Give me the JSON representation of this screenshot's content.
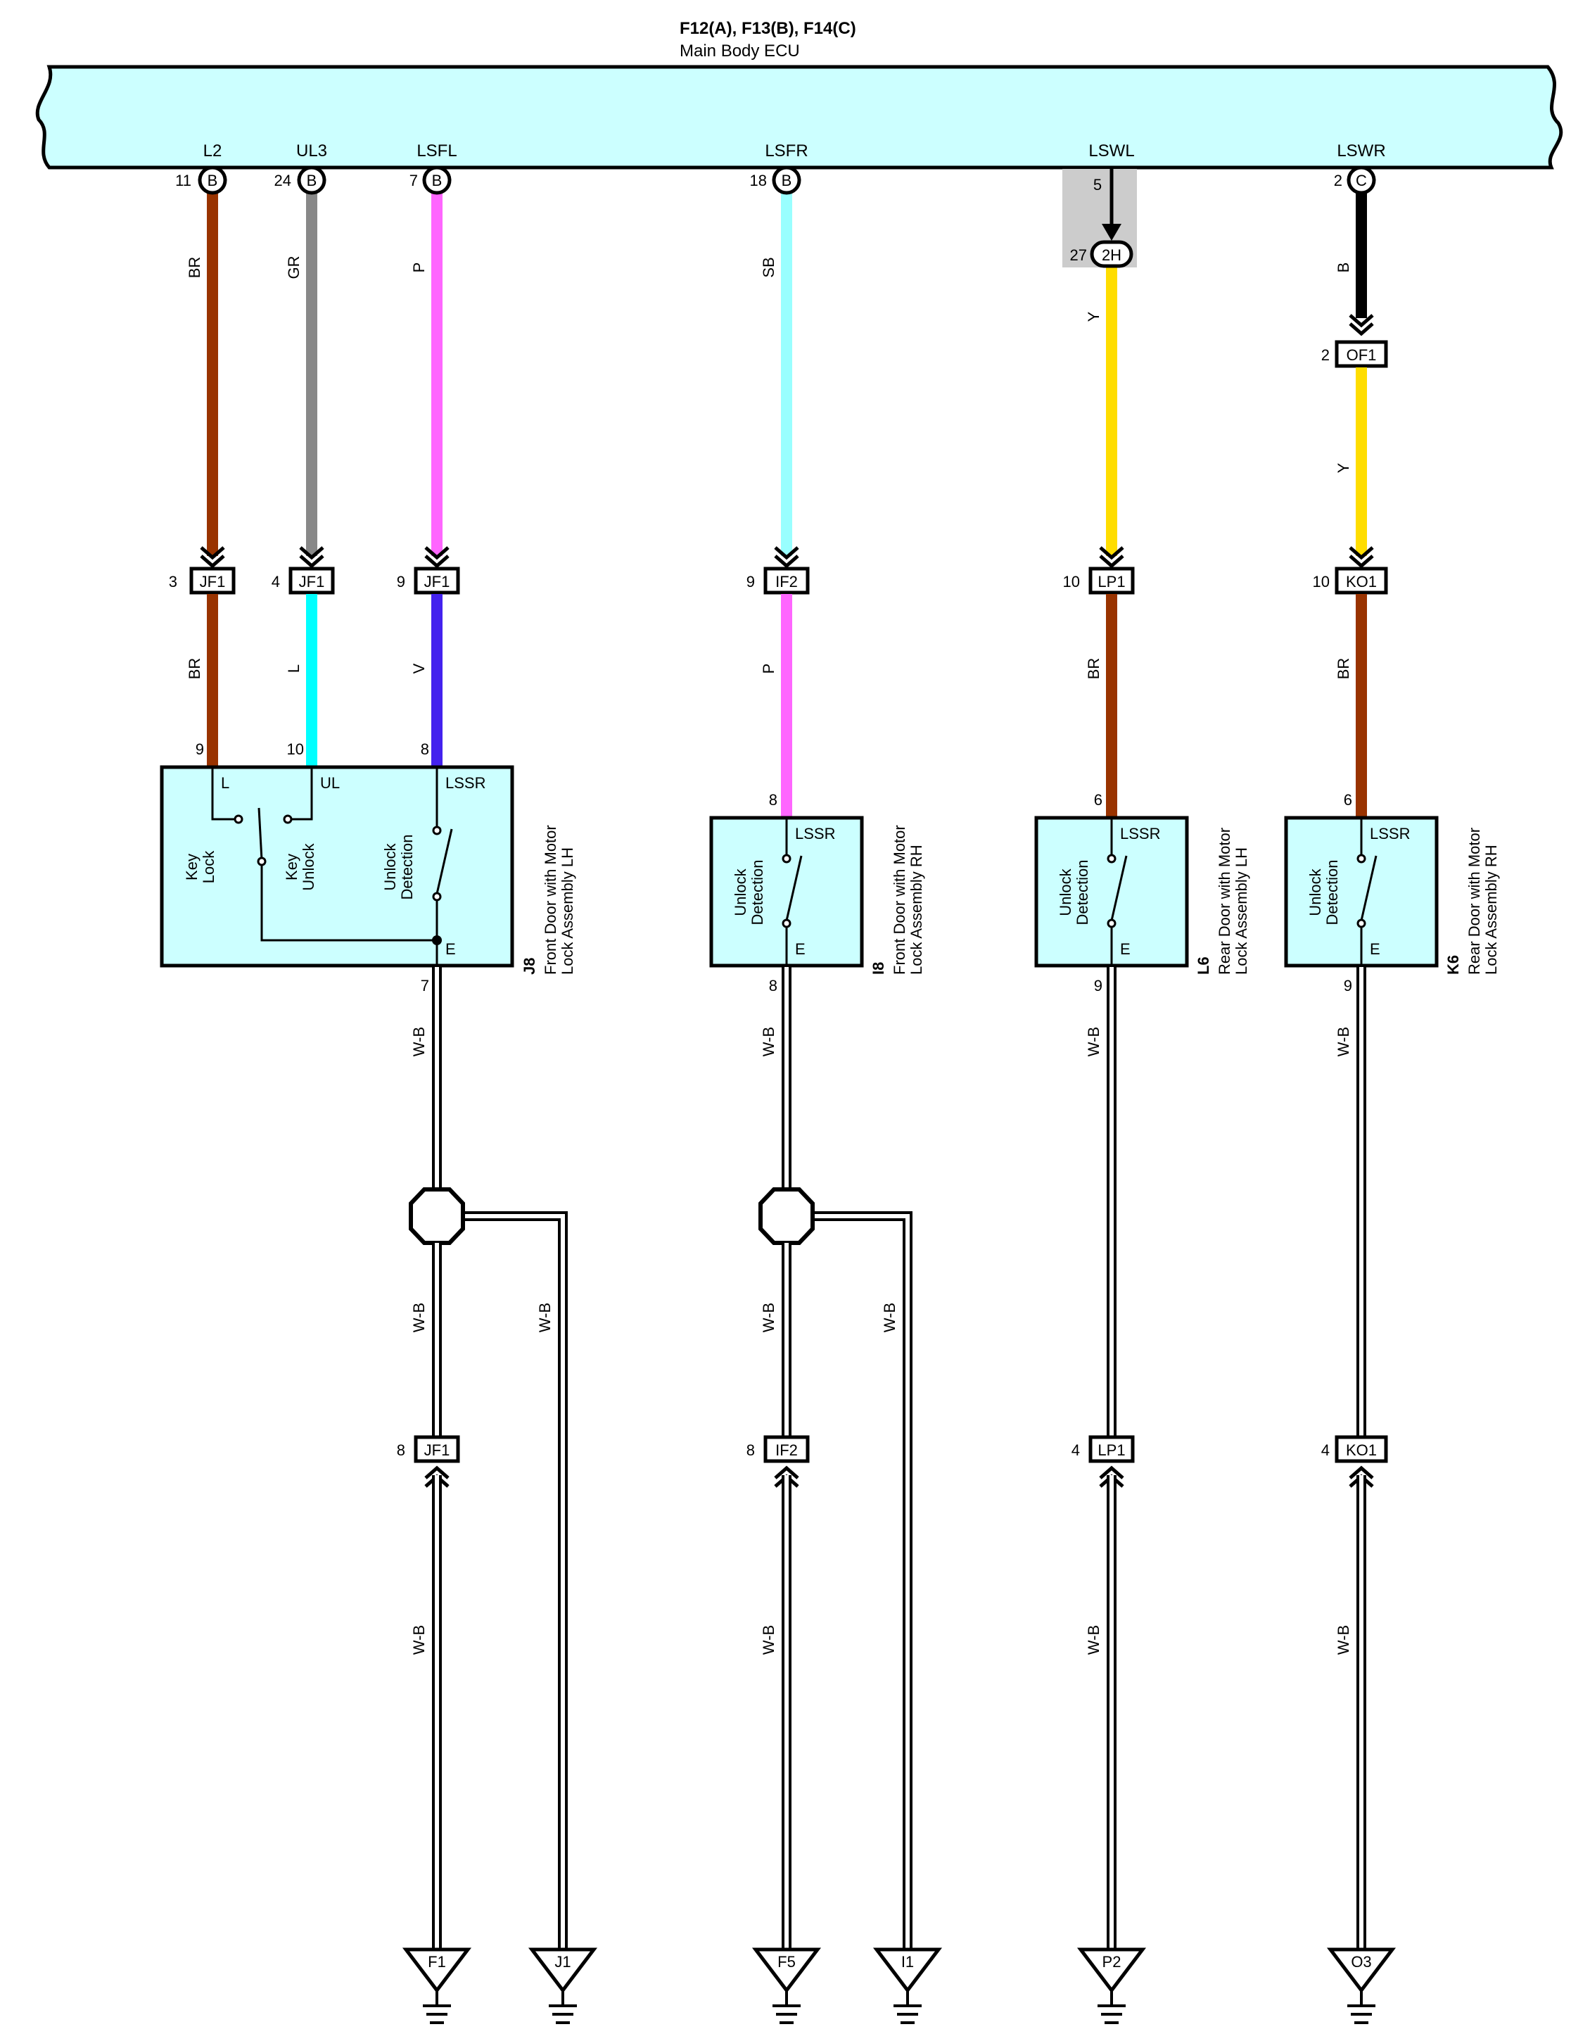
{
  "ecu": {
    "connectors": "F12(A), F13(B), F14(C)",
    "name": "Main Body ECU",
    "fill": "#ccffff"
  },
  "wire_colors": {
    "BR": "#993300",
    "GR": "#888888",
    "P": "#ff66ff",
    "SB": "#99ffff",
    "Y": "#ffdd00",
    "B": "#000000",
    "L": "#00ffff",
    "V": "#4422ee",
    "W-B": "#000000"
  },
  "circuits": [
    {
      "id": "c1",
      "signal": "L2",
      "ecu_pin": "11",
      "ecu_conn": "B",
      "wire1": "BR",
      "junction": {
        "pin": "3",
        "label": "JF1"
      },
      "wire2": "BR"
    },
    {
      "id": "c2",
      "signal": "UL3",
      "ecu_pin": "24",
      "ecu_conn": "B",
      "wire1": "GR",
      "junction": {
        "pin": "4",
        "label": "JF1"
      },
      "wire2": "L"
    },
    {
      "id": "c3",
      "signal": "LSFL",
      "ecu_pin": "7",
      "ecu_conn": "B",
      "wire1": "P",
      "junction": {
        "pin": "9",
        "label": "JF1"
      },
      "wire2": "V"
    },
    {
      "id": "c4",
      "signal": "LSFR",
      "ecu_pin": "18",
      "ecu_conn": "B",
      "wire1": "SB",
      "junction": {
        "pin": "9",
        "label": "IF2"
      },
      "wire2": "P"
    },
    {
      "id": "c5",
      "signal": "LSWL",
      "ecu_pin": "5",
      "inline": {
        "pin": "27",
        "label": "2H"
      },
      "wire1": "Y",
      "junction": {
        "pin": "10",
        "label": "LP1"
      },
      "wire2": "BR"
    },
    {
      "id": "c6",
      "signal": "LSWR",
      "ecu_pin": "2",
      "ecu_conn": "C",
      "wire0": "B",
      "inline": {
        "pin": "2",
        "label": "OF1"
      },
      "wire1": "Y",
      "junction": {
        "pin": "10",
        "label": "KO1"
      },
      "wire2": "BR"
    }
  ],
  "components": [
    {
      "code": "J8",
      "name_line1": "Front Door with Motor",
      "name_line2": "Lock Assembly LH",
      "pins": {
        "l": "9",
        "ul": "10",
        "lssr": "8",
        "e": "7"
      },
      "labels": {
        "l": "L",
        "ul": "UL",
        "lssr": "LSSR",
        "e": "E"
      },
      "switches": [
        {
          "line1": "Key",
          "line2": "Lock"
        },
        {
          "line1": "Key",
          "line2": "Unlock"
        },
        {
          "line1": "Unlock",
          "line2": "Detection"
        }
      ]
    },
    {
      "code": "I8",
      "name_line1": "Front Door with Motor",
      "name_line2": "Lock Assembly RH",
      "pins": {
        "lssr": "8",
        "e": "8"
      },
      "labels": {
        "lssr": "LSSR",
        "e": "E"
      },
      "switch": {
        "line1": "Unlock",
        "line2": "Detection"
      }
    },
    {
      "code": "L6",
      "name_line1": "Rear Door with Motor",
      "name_line2": "Lock Assembly LH",
      "pins": {
        "lssr": "6",
        "e": "9"
      },
      "labels": {
        "lssr": "LSSR",
        "e": "E"
      },
      "switch": {
        "line1": "Unlock",
        "line2": "Detection"
      }
    },
    {
      "code": "K6",
      "name_line1": "Rear Door with Motor",
      "name_line2": "Lock Assembly RH",
      "pins": {
        "lssr": "6",
        "e": "9"
      },
      "labels": {
        "lssr": "LSSR",
        "e": "E"
      },
      "switch": {
        "line1": "Unlock",
        "line2": "Detection"
      }
    }
  ],
  "ground_wires": [
    {
      "above": "W-B",
      "split_left": "W-B",
      "split_right": "W-B",
      "junction": {
        "pin": "8",
        "label": "JF1"
      },
      "below": "W-B",
      "grounds": [
        "F1",
        "J1"
      ]
    },
    {
      "above": "W-B",
      "split_left": "W-B",
      "split_right": "W-B",
      "junction": {
        "pin": "8",
        "label": "IF2"
      },
      "below": "W-B",
      "grounds": [
        "F5",
        "I1"
      ]
    },
    {
      "above": "W-B",
      "junction": {
        "pin": "4",
        "label": "LP1"
      },
      "below": "W-B",
      "grounds": [
        "P2"
      ]
    },
    {
      "above": "W-B",
      "junction": {
        "pin": "4",
        "label": "KO1"
      },
      "below": "W-B",
      "grounds": [
        "O3"
      ]
    }
  ]
}
